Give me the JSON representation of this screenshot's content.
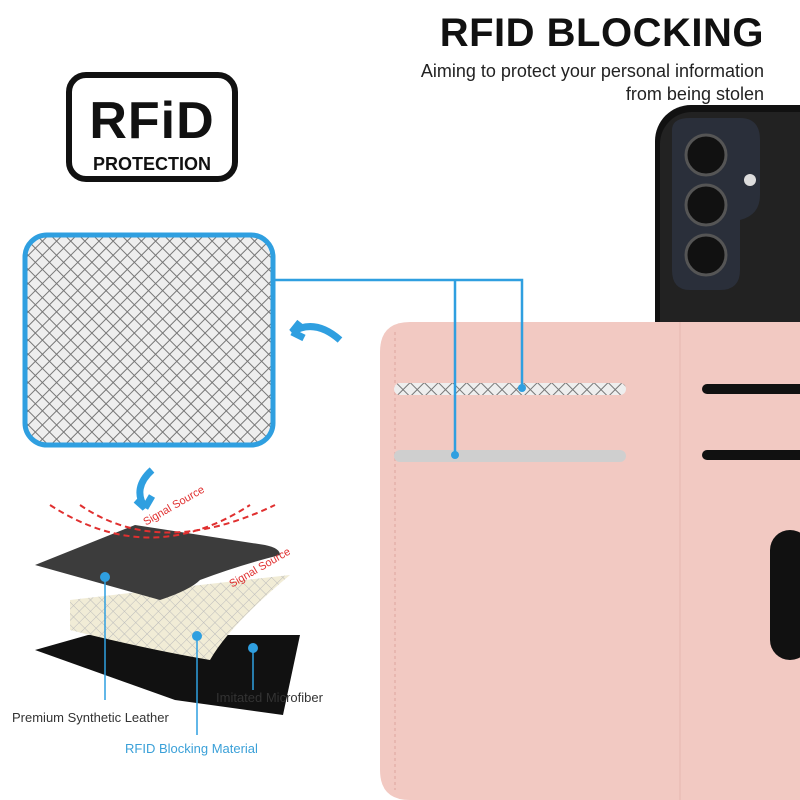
{
  "header": {
    "title": "RFID BLOCKING",
    "subtitle_line1": "Aiming to protect your personal information",
    "subtitle_line2": "from being stolen"
  },
  "badge": {
    "title": "RFiD",
    "subtitle": "PROTECTION"
  },
  "diagram": {
    "signal_label_1": "Signal Source",
    "signal_label_2": "Signal Source",
    "layer_1": "Premium Synthetic Leather",
    "layer_2": "RFID Blocking Material",
    "layer_3": "Imitated Microfiber"
  },
  "colors": {
    "accent": "#2f9fe0",
    "case": "#f0c6c0",
    "signal": "#e03030"
  }
}
